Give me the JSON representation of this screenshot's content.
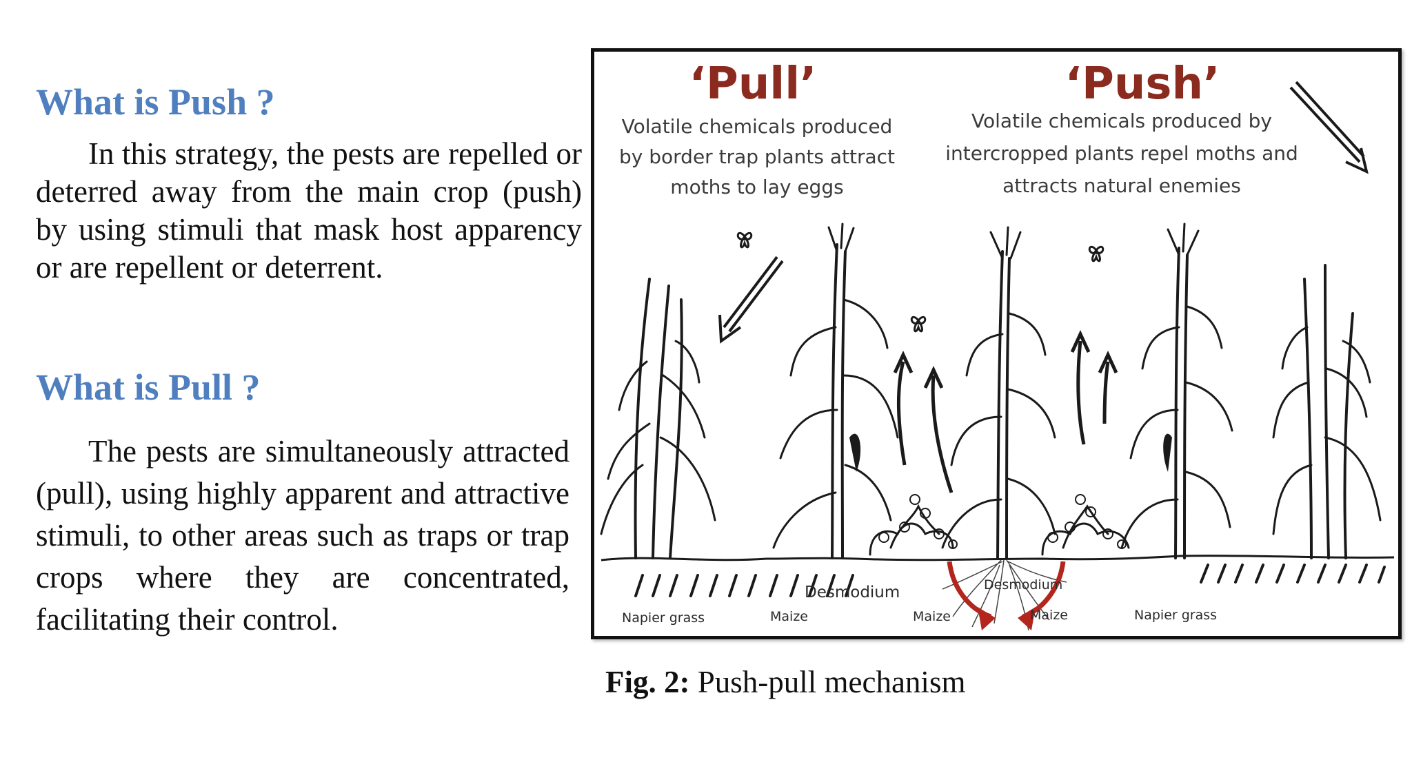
{
  "left": {
    "push_heading": "What is Push ?",
    "push_text": "In this strategy, the pests are repelled or deterred away from the main crop (push) by using stimuli that mask host apparency or are repellent or deterrent.",
    "pull_heading": "What is Pull ?",
    "pull_text": "The pests are simultaneously attracted (pull), using highly apparent and attractive stimuli, to other areas such as traps or trap crops where they are concentrated, facilitating their control."
  },
  "figure": {
    "pull_title": "‘Pull’",
    "push_title": "‘Push’",
    "pull_lines": [
      "Volatile chemicals produced",
      "by border trap plants attract",
      "moths to lay eggs"
    ],
    "push_lines": [
      "Volatile chemicals produced by",
      "intercropped plants repel moths and",
      "attracts natural enemies"
    ],
    "labels": {
      "napier_left": "Napier grass",
      "maize_1": "Maize",
      "desmodium_1": "Desmodium",
      "maize_center": "Maize",
      "desmodium_2": "Desmodium",
      "maize_2": "Maize",
      "napier_right": "Napier grass"
    },
    "accent_color": "#b3261e",
    "title_color": "#8b2a1e"
  },
  "caption": {
    "label": "Fig. 2:",
    "text": " Push-pull mechanism"
  },
  "colors": {
    "heading": "#4f7fbf"
  }
}
